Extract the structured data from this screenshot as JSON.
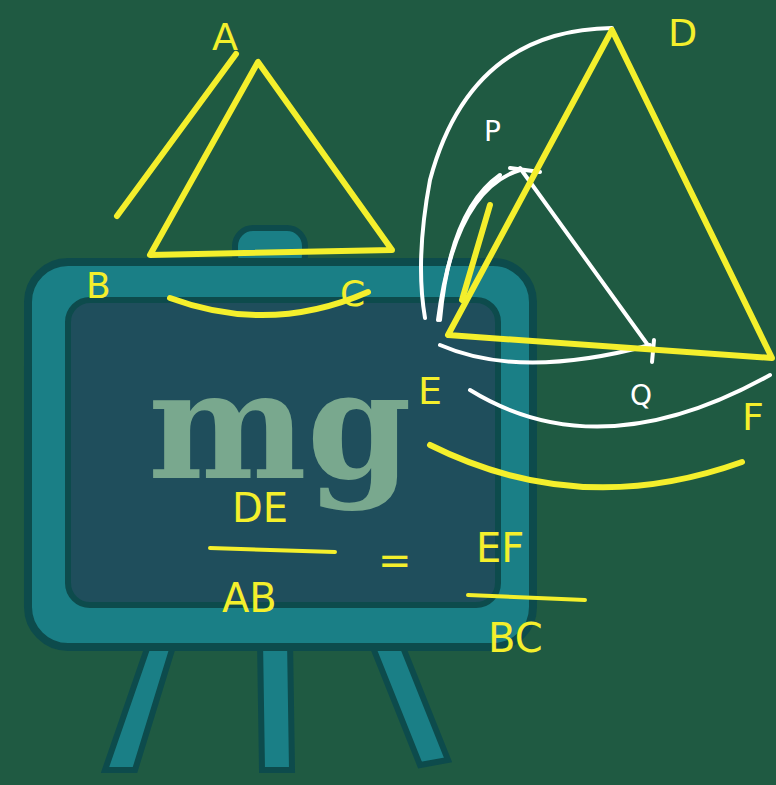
{
  "diagram": {
    "labels": [
      "A",
      "B",
      "C",
      "D",
      "E",
      "F",
      "P",
      "Q",
      "mg",
      "DE",
      "AB",
      "=",
      "EF",
      "BC"
    ]
  }
}
